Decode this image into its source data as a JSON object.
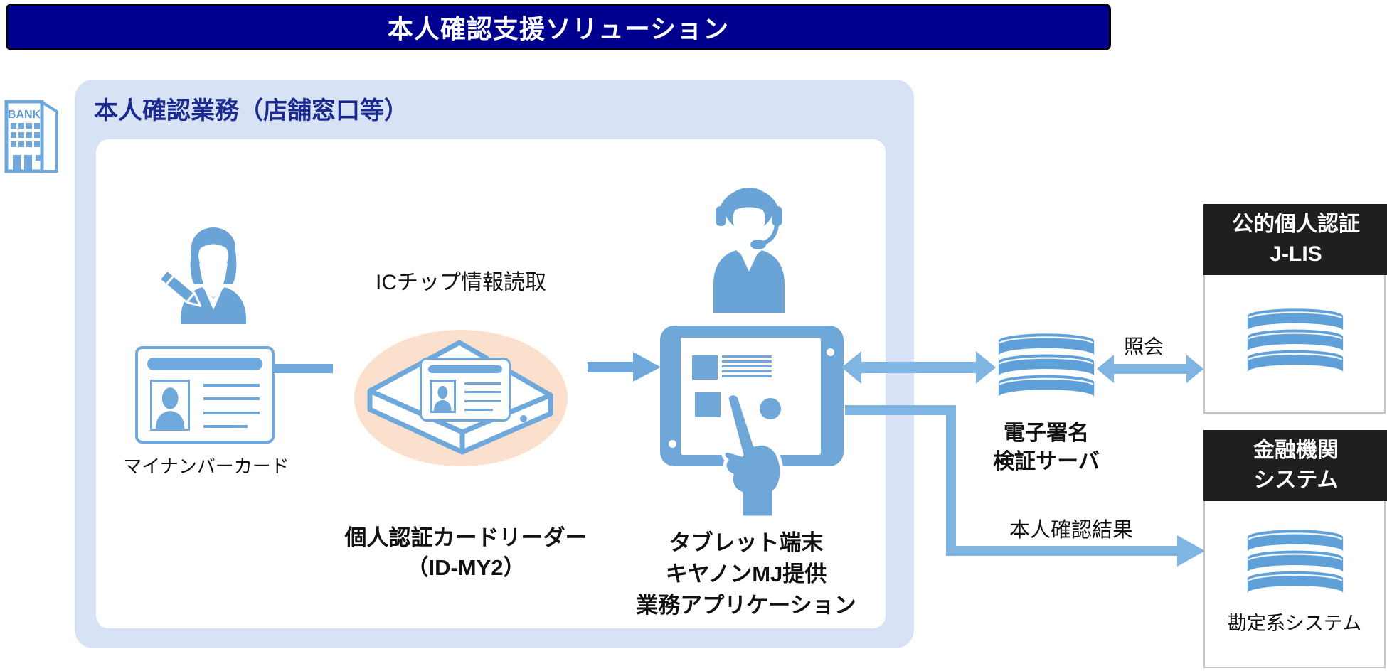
{
  "title": "本人確認支援ソリューション",
  "bank": {
    "label": "BANK"
  },
  "workflow": {
    "label": "本人確認業務（店舗窓口等）",
    "card_label": "マイナンバーカード",
    "chip_caption": "ICチップ情報読取",
    "reader_label_line1": "個人認証カードリーダー",
    "reader_label_line2": "（ID-MY2）",
    "tablet_label_line1": "タブレット端末",
    "tablet_label_line2": "キヤノンMJ提供",
    "tablet_label_line3": "業務アプリケーション"
  },
  "server": {
    "label_line1": "電子署名",
    "label_line2": "検証サーバ"
  },
  "connections": {
    "inquiry_label": "照会",
    "result_label": "本人確認結果"
  },
  "jlis": {
    "header_line1": "公的個人認証",
    "header_line2": "J-LIS"
  },
  "financial": {
    "header_line1": "金融機関",
    "header_line2": "システム",
    "system_label": "勘定系システム"
  },
  "colors": {
    "banner_bg": "#00008F",
    "panel_bg": "#D7E3F5",
    "icon_blue": "#6FA9DC",
    "arrow_blue": "#7FB5E3",
    "db_blue": "#5FA0D8",
    "reader_ellipse_bg": "#FAE0CD",
    "header_black": "#1F1F1F",
    "navy_text": "#1B2A8E"
  }
}
